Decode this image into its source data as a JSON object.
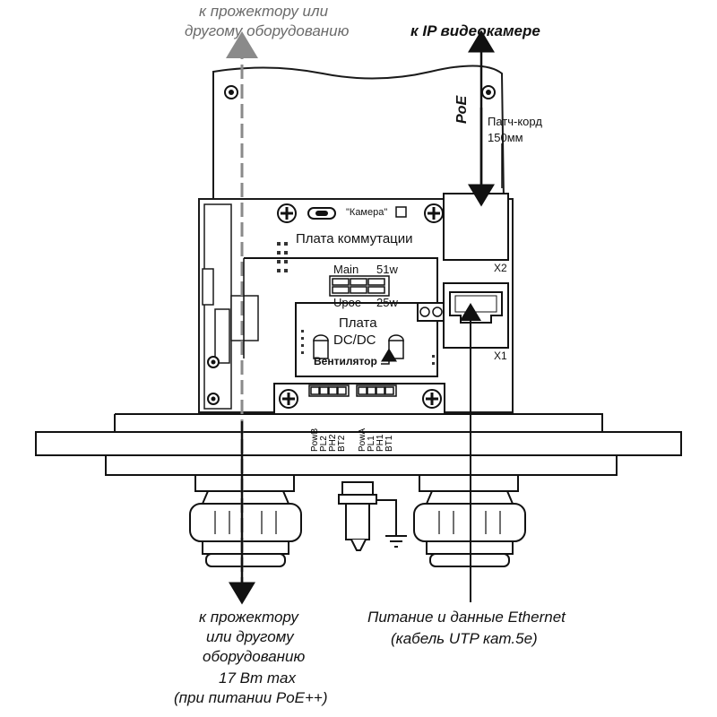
{
  "labels": {
    "top_left_line1": "к прожектору или",
    "top_left_line2": "другому оборудованию",
    "top_right": "к IP видеокамере",
    "poe": "PoE",
    "patch_cord_line1": "Патч-корд",
    "patch_cord_line2": "150мм",
    "camera": "\"Камера\"",
    "switch_board": "Плата коммутации",
    "main": "Main",
    "w51": "51w",
    "upoe": "Upoe",
    "w25": "25w",
    "dcdc_line1": "Плата",
    "dcdc_line2": "DC/DC",
    "fan": "Вентилятор",
    "x2": "X2",
    "x1": "X1",
    "terminals_left": [
      "PowB",
      "PL2",
      "PH2",
      "BT2"
    ],
    "terminals_right": [
      "PowA",
      "PL1",
      "PH1",
      "BT1"
    ],
    "bottom_left": [
      "к прожектору",
      "или другому",
      "оборудованию",
      "17 Вт max",
      "(при питании PoE++)"
    ],
    "bottom_right": [
      "Питание и данные Ethernet",
      "(кабель UTP кат.5е)"
    ]
  },
  "colors": {
    "line": "#1a1a1a",
    "muted_arrow": "#8a8a8a",
    "background": "#ffffff"
  }
}
